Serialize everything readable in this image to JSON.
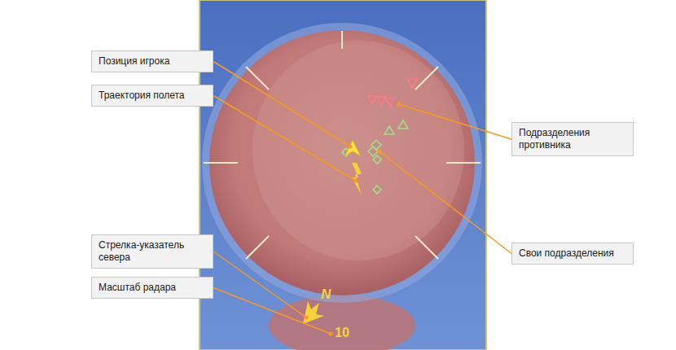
{
  "diagram": {
    "nodes": [
      {
        "text": [
          "Позиция игрока"
        ]
      },
      {
        "text": [
          "Траектория полета"
        ]
      },
      {
        "text": [
          "Стрелка-указатель севера"
        ]
      },
      {
        "text": [
          "Масштаб радара"
        ]
      },
      {
        "text": [
          "Подразделения противника"
        ]
      },
      {
        "text": [
          "Свои подразделения"
        ]
      }
    ],
    "labels": [
      "N",
      "10"
    ]
  }
}
